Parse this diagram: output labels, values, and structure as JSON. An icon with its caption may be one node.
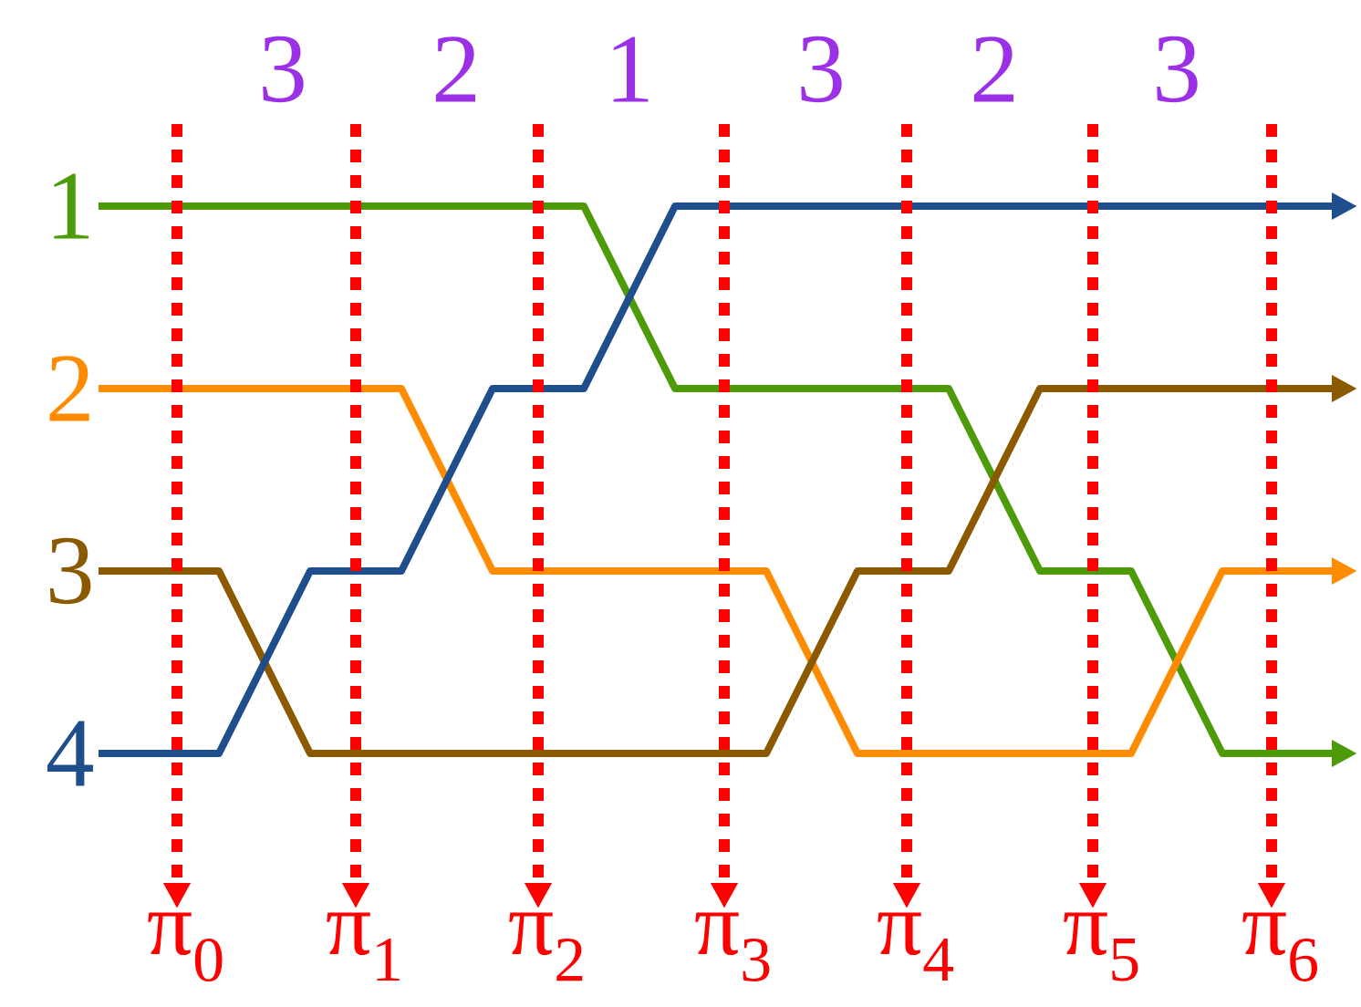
{
  "diagram": {
    "nodes": [
      {
        "text": [
          "1"
        ]
      },
      {
        "text": [
          "2"
        ]
      },
      {
        "text": [
          "3"
        ]
      },
      {
        "text": [
          "4"
        ]
      },
      {
        "text": [
          "π$_{0}$"
        ]
      },
      {
        "text": [
          "π$_{1}$"
        ]
      },
      {
        "text": [
          "π$_{2}$"
        ]
      },
      {
        "text": [
          "π$_{3}$"
        ]
      },
      {
        "text": [
          "π$_{4}$"
        ]
      },
      {
        "text": [
          "π$_{5}$"
        ]
      },
      {
        "text": [
          "π$_{6}$"
        ]
      }
    ],
    "edges": [
      {
        "from": 0,
        "to": null,
        "arrow": "to",
        "color": "#4d9a0a"
      },
      {
        "from": 1,
        "to": null,
        "arrow": "to",
        "color": "#ff8c00"
      },
      {
        "from": 2,
        "to": null,
        "arrow": "to",
        "color": "#8b5a00"
      },
      {
        "from": 3,
        "to": null,
        "arrow": "to",
        "color": "#1f4e8c"
      },
      {
        "from": null,
        "to": 4,
        "arrow": "to",
        "style": "dashed",
        "color": "#ff0000"
      },
      {
        "from": null,
        "to": 5,
        "arrow": "to",
        "style": "dashed",
        "color": "#ff0000"
      },
      {
        "from": null,
        "to": 6,
        "arrow": "to",
        "style": "dashed",
        "color": "#ff0000"
      },
      {
        "from": null,
        "to": 7,
        "arrow": "to",
        "style": "dashed",
        "color": "#ff0000"
      },
      {
        "from": null,
        "to": 8,
        "arrow": "to",
        "style": "dashed",
        "color": "#ff0000"
      },
      {
        "from": null,
        "to": 9,
        "arrow": "to",
        "style": "dashed",
        "color": "#ff0000"
      },
      {
        "from": null,
        "to": 10,
        "arrow": "to",
        "style": "dashed",
        "color": "#ff0000"
      }
    ],
    "labels": [
      "3",
      "2",
      "1",
      "3",
      "2",
      "3"
    ]
  }
}
